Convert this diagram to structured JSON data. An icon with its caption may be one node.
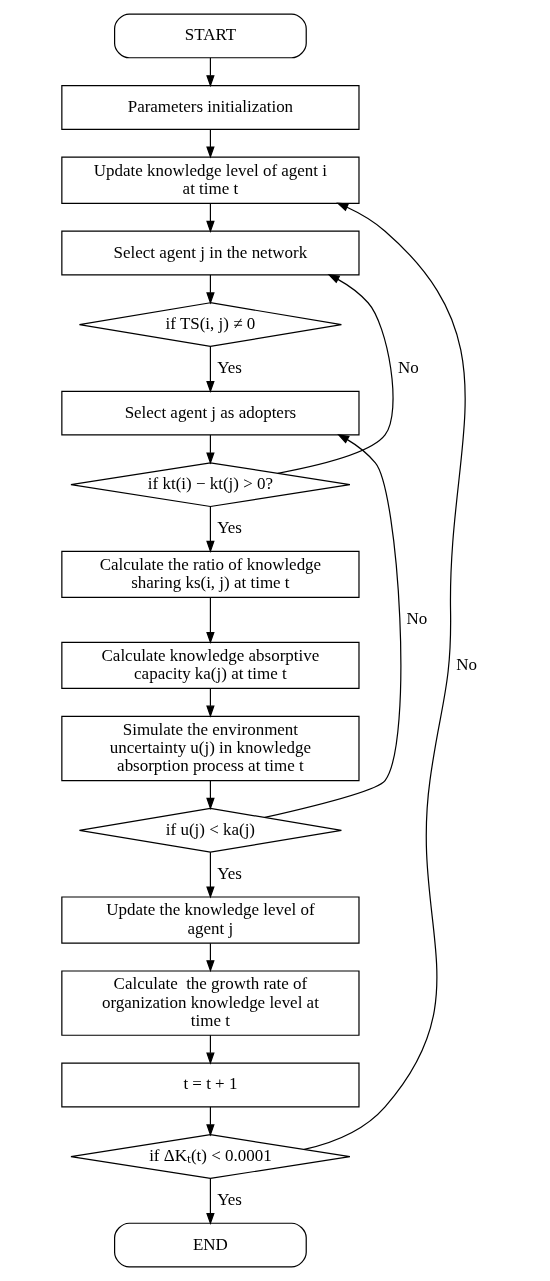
{
  "diagram": {
    "nodes": [
      {
        "text": [
          "START"
        ]
      },
      {
        "text": [
          "Parameters initialization"
        ]
      },
      {
        "text": [
          "Update knowledge level of agent i at time t"
        ]
      },
      {
        "text": [
          "Select agent j in the network"
        ]
      },
      {
        "text": [
          "if TS(i, j) ≠ 0"
        ]
      },
      {
        "text": [
          "Select agent j as adopters"
        ]
      },
      {
        "text": [
          "if kt(i) − kt(j) > 0?"
        ]
      },
      {
        "text": [
          "Calculate the ratio of knowledge sharing ks(i, j) at time t"
        ]
      },
      {
        "text": [
          "Calculate knowledge absorptive capacity ka(j) at time t"
        ]
      },
      {
        "text": [
          "Simulate the environment uncertainty u(j) in knowledge absorption process at time t"
        ]
      },
      {
        "text": [
          "if u(j) < ka(j)"
        ]
      },
      {
        "text": [
          "Update the knowledge level of agent j"
        ]
      },
      {
        "text": [
          "Calculate  the growth rate of organization knowledge level at time t"
        ]
      },
      {
        "text": [
          "t = t + 1"
        ]
      },
      {
        "text": [
          "if ΔKₜ(t) < 0.0001"
        ]
      },
      {
        "text": [
          "END"
        ]
      }
    ],
    "edges": [
      {
        "from": 0,
        "to": 1,
        "arrow": "to"
      },
      {
        "from": 1,
        "to": 2,
        "arrow": "to"
      },
      {
        "from": 2,
        "to": 3,
        "arrow": "to"
      },
      {
        "from": 3,
        "to": 4,
        "arrow": "to"
      },
      {
        "from": 4,
        "to": 5,
        "arrow": "to",
        "label": "Yes"
      },
      {
        "from": 5,
        "to": 6,
        "arrow": "to"
      },
      {
        "from": 6,
        "to": 3,
        "arrow": "to",
        "label": "No"
      },
      {
        "from": 6,
        "to": 7,
        "arrow": "to",
        "label": "Yes"
      },
      {
        "from": 7,
        "to": 8,
        "arrow": "to"
      },
      {
        "from": 8,
        "to": 9,
        "arrow": "to"
      },
      {
        "from": 9,
        "to": 10,
        "arrow": "to"
      },
      {
        "from": 10,
        "to": 5,
        "arrow": "to",
        "label": "No"
      },
      {
        "from": 10,
        "to": 11,
        "arrow": "to",
        "label": "Yes"
      },
      {
        "from": 11,
        "to": 12,
        "arrow": "to"
      },
      {
        "from": 12,
        "to": 13,
        "arrow": "to"
      },
      {
        "from": 13,
        "to": 14,
        "arrow": "to"
      },
      {
        "from": 14,
        "to": 2,
        "arrow": "to",
        "label": "No"
      },
      {
        "from": 14,
        "to": 15,
        "arrow": "to",
        "label": "Yes"
      }
    ]
  }
}
